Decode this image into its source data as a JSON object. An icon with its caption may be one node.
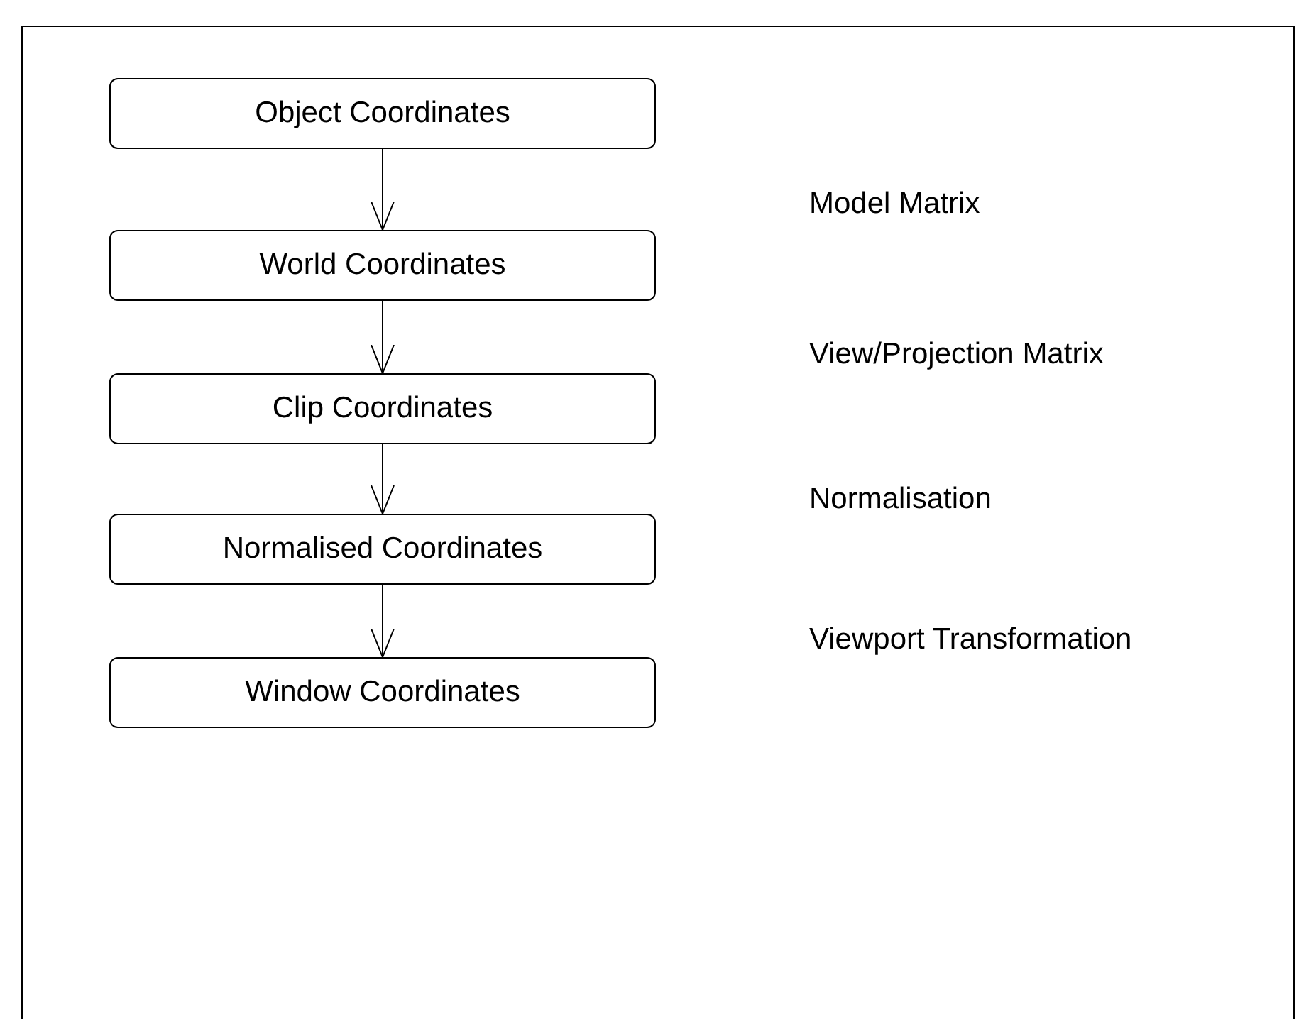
{
  "diagram": {
    "nodes": [
      {
        "text": [
          "Object Coordinates"
        ]
      },
      {
        "text": [
          "World Coordinates"
        ]
      },
      {
        "text": [
          "Clip Coordinates"
        ]
      },
      {
        "text": [
          "Normalised Coordinates"
        ]
      },
      {
        "text": [
          "Window Coordinates"
        ]
      }
    ],
    "edges": [
      {
        "from": 0,
        "to": 1,
        "arrow": "to"
      },
      {
        "from": 1,
        "to": 2,
        "arrow": "to"
      },
      {
        "from": 2,
        "to": 3,
        "arrow": "to"
      },
      {
        "from": 3,
        "to": 4,
        "arrow": "to"
      }
    ],
    "labels": [
      "Model Matrix",
      "View/Projection Matrix",
      "Normalisation",
      "Viewport Transformation"
    ]
  }
}
